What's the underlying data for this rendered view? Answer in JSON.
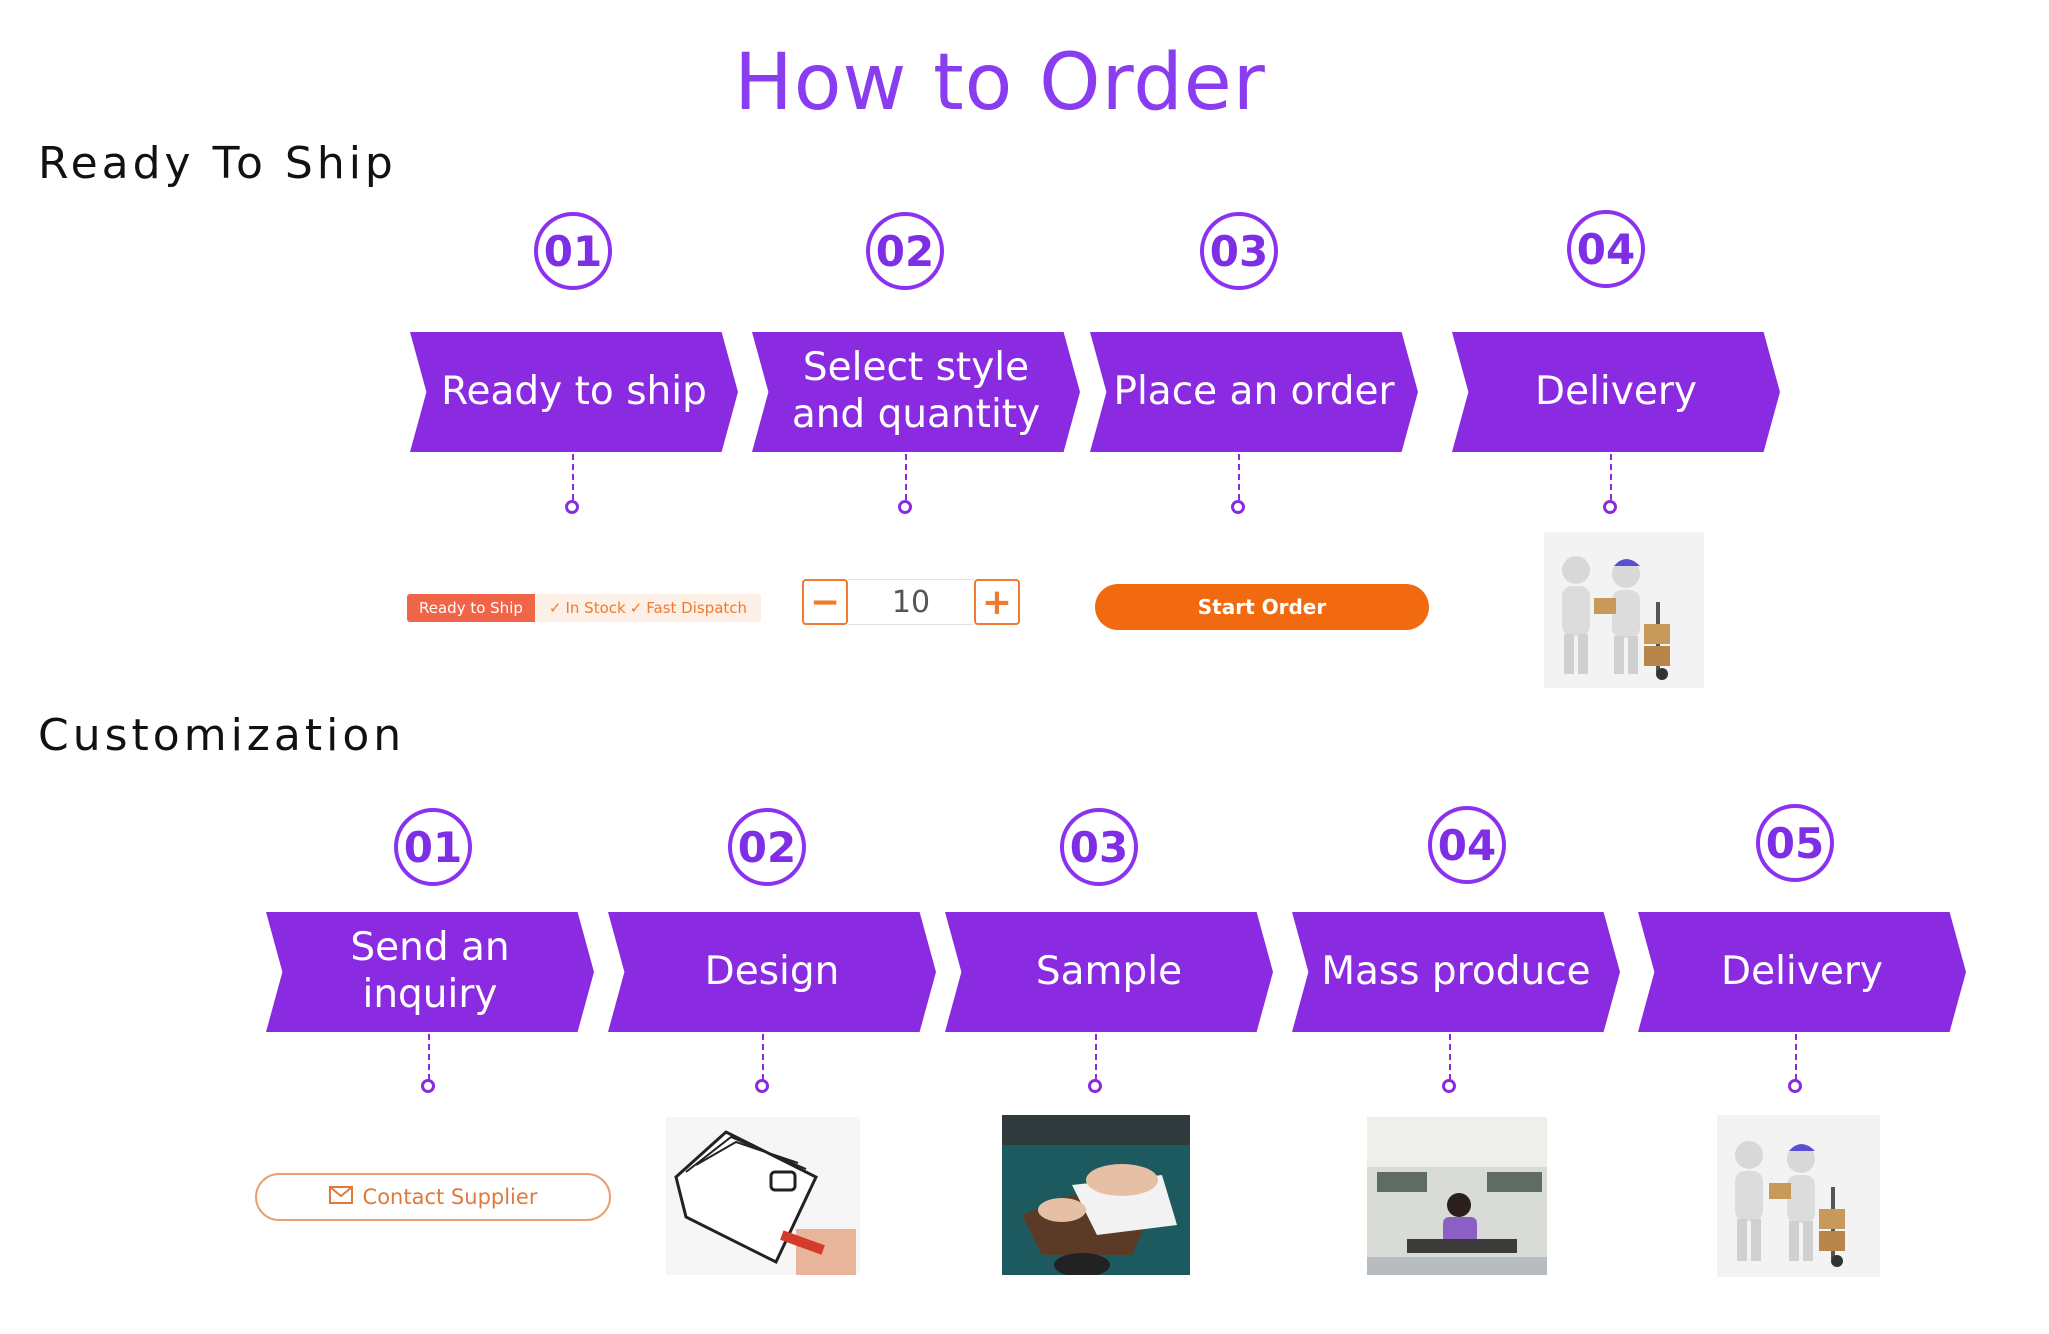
{
  "page": {
    "title": "How to Order"
  },
  "ready_to_ship": {
    "heading": "Ready To Ship",
    "steps": [
      {
        "number": "01",
        "label": "Ready to ship"
      },
      {
        "number": "02",
        "label": "Select style and quantity"
      },
      {
        "number": "03",
        "label": "Place an order"
      },
      {
        "number": "04",
        "label": "Delivery"
      }
    ],
    "widgets": {
      "badge_main": "Ready to Ship",
      "badge_stock": "In Stock",
      "badge_dispatch": "Fast Dispatch",
      "quantity_value": "10",
      "minus_glyph": "−",
      "plus_glyph": "+",
      "start_order_label": "Start Order"
    }
  },
  "customization": {
    "heading": "Customization",
    "steps": [
      {
        "number": "01",
        "label": "Send an inquiry"
      },
      {
        "number": "02",
        "label": "Design"
      },
      {
        "number": "03",
        "label": "Sample"
      },
      {
        "number": "04",
        "label": "Mass produce"
      },
      {
        "number": "05",
        "label": "Delivery"
      }
    ],
    "widgets": {
      "contact_supplier_label": "Contact Supplier"
    }
  },
  "colors": {
    "accent_purple": "#8a2be2",
    "title_purple": "#8a3cf0",
    "order_orange": "#f26a10",
    "badge_red": "#f06548"
  },
  "icons": [
    "check-circle-icon",
    "mail-icon",
    "delivery-illustration",
    "wallet-sketch-illustration",
    "leather-sample-photo",
    "factory-worker-photo"
  ]
}
